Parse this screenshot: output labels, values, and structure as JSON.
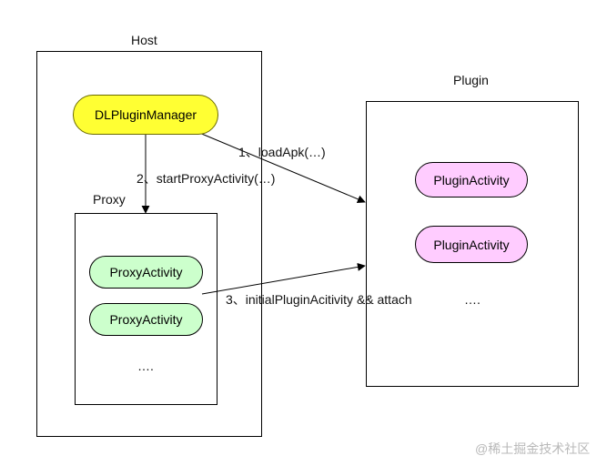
{
  "host": {
    "title": "Host"
  },
  "plugin_side": {
    "title": "Plugin",
    "activities": [
      "PluginActivity",
      "PluginActivity"
    ],
    "ellipsis": "…."
  },
  "manager": {
    "label": "DLPluginManager"
  },
  "proxy": {
    "title": "Proxy",
    "activities": [
      "ProxyActivity",
      "ProxyActivity"
    ],
    "ellipsis": "…."
  },
  "edges": {
    "load_apk": "1、loadApk(…)",
    "start_proxy": "2、startProxyActivity(…)",
    "init_plugin": "3、initialPluginAcitivity && attach"
  },
  "watermark": "@稀土掘金技术社区"
}
